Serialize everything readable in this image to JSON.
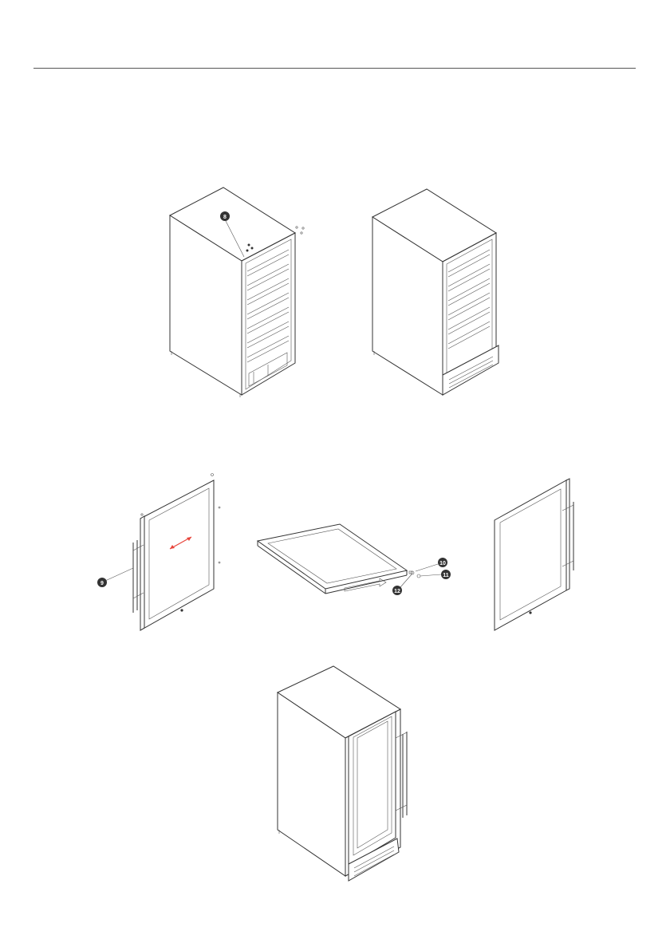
{
  "callouts": {
    "c8": "8",
    "c9": "9",
    "c10": "10",
    "c11": "11",
    "c12": "12"
  },
  "colors": {
    "line": "#333333",
    "arrow": "#e8443a",
    "background": "#ffffff"
  }
}
